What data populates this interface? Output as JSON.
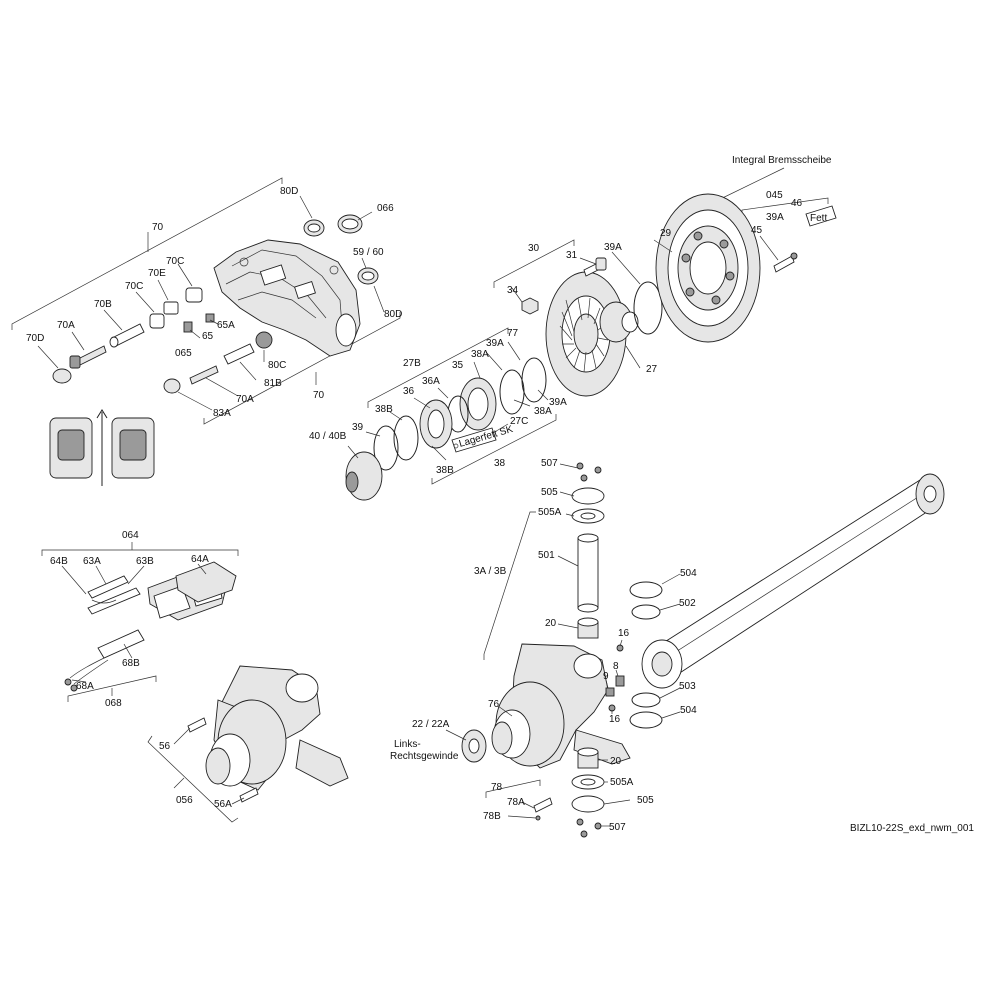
{
  "title": "Integral Bremsscheibe",
  "drawing_id": "BIZL10-22S_exd_nwm_001",
  "labels": {
    "c_70_top": "70",
    "c_80D_top": "80D",
    "c_066": "066",
    "c_59_60": "59 / 60",
    "c_80D_right": "80D",
    "c_70C_a": "70C",
    "c_70E": "70E",
    "c_70C_b": "70C",
    "c_70B": "70B",
    "c_70A_top": "70A",
    "c_70D": "70D",
    "c_65A": "65A",
    "c_65": "65",
    "c_065": "065",
    "c_80C": "80C",
    "c_81B": "81B",
    "c_70_bottom": "70",
    "c_70A_bottom": "70A",
    "c_83A": "83A",
    "c_30": "30",
    "c_31": "31",
    "c_34": "34",
    "c_39A_top": "39A",
    "c_29": "29",
    "c_045": "045",
    "c_46": "46",
    "c_39A_right": "39A",
    "c_45": "45",
    "c_fett": "Fett",
    "c_77": "77",
    "c_27B": "27B",
    "c_39A_mid": "39A",
    "c_38A_top": "38A",
    "c_35": "35",
    "c_36A": "36A",
    "c_36": "36",
    "c_38B_top": "38B",
    "c_39": "39",
    "c_40_40B": "40 / 40B",
    "c_27": "27",
    "c_38A_bottom": "38A",
    "c_39A_bottom": "39A",
    "c_27C": "27C",
    "c_lagerfett": "Lagerfett SK",
    "c_38B_bottom": "38B",
    "c_38": "38",
    "c_064": "064",
    "c_64B": "64B",
    "c_63A": "63A",
    "c_63B": "63B",
    "c_64A": "64A",
    "c_68B": "68B",
    "c_68A": "68A",
    "c_068": "068",
    "c_56": "56",
    "c_056": "056",
    "c_56A": "56A",
    "c_507_top": "507",
    "c_505_top": "505",
    "c_505A_top": "505A",
    "c_501": "501",
    "c_3A_3B": "3A / 3B",
    "c_504_top": "504",
    "c_502": "502",
    "c_20_top": "20",
    "c_16_top": "16",
    "c_8": "8",
    "c_9": "9",
    "c_76": "76",
    "c_16_bottom": "16",
    "c_503": "503",
    "c_504_bottom": "504",
    "c_22_22A": "22 / 22A",
    "c_links": "Links-",
    "c_rechts": "Rechtsgewinde",
    "c_20_bottom": "20",
    "c_505A_bottom": "505A",
    "c_78": "78",
    "c_78A": "78A",
    "c_505_bottom": "505",
    "c_78B": "78B",
    "c_507_bottom": "507"
  }
}
